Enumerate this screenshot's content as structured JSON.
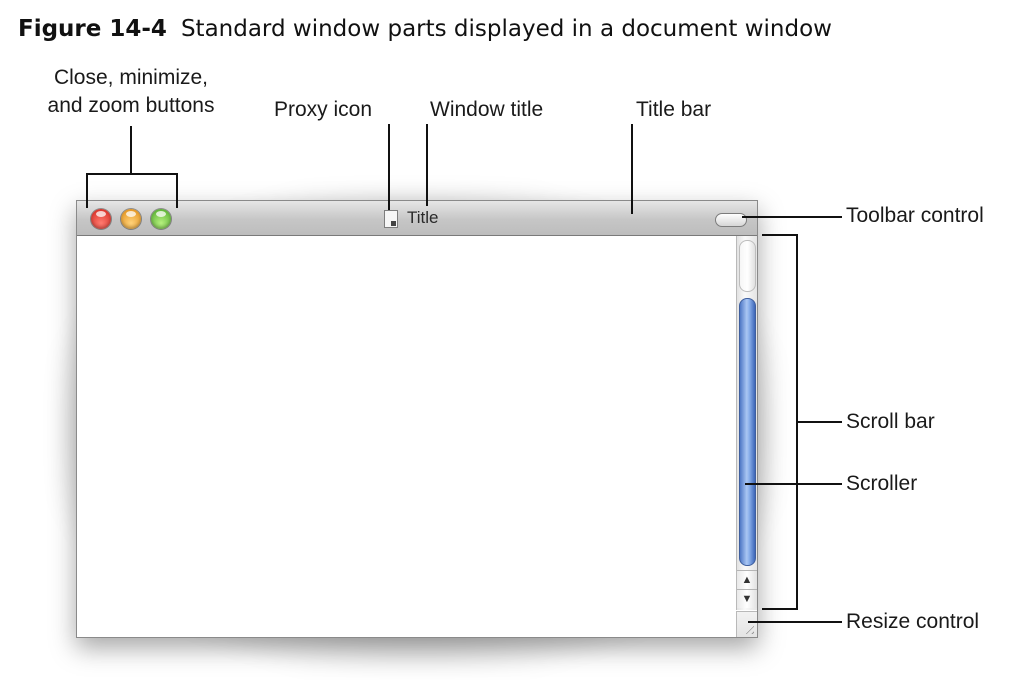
{
  "figure": {
    "number": "Figure 14-4",
    "title": "Standard window parts displayed in a document window"
  },
  "window": {
    "title": "Title",
    "scroll_up_glyph": "▲",
    "scroll_down_glyph": "▼"
  },
  "labels": {
    "traffic_buttons_line1": "Close, minimize,",
    "traffic_buttons_line2": "and zoom buttons",
    "proxy_icon": "Proxy icon",
    "window_title": "Window title",
    "title_bar": "Title bar",
    "toolbar_control": "Toolbar control",
    "scroll_bar": "Scroll bar",
    "scroller": "Scroller",
    "resize_control": "Resize control"
  },
  "colors": {
    "close_button": "#e0342a",
    "minimize_button": "#f2a531",
    "zoom_button": "#6cc440",
    "scroller": "#6f95db"
  },
  "icons": {
    "proxy": "document-icon",
    "toolbar_toggle": "toolbar-pill-icon",
    "resize": "resize-grip-icon"
  }
}
